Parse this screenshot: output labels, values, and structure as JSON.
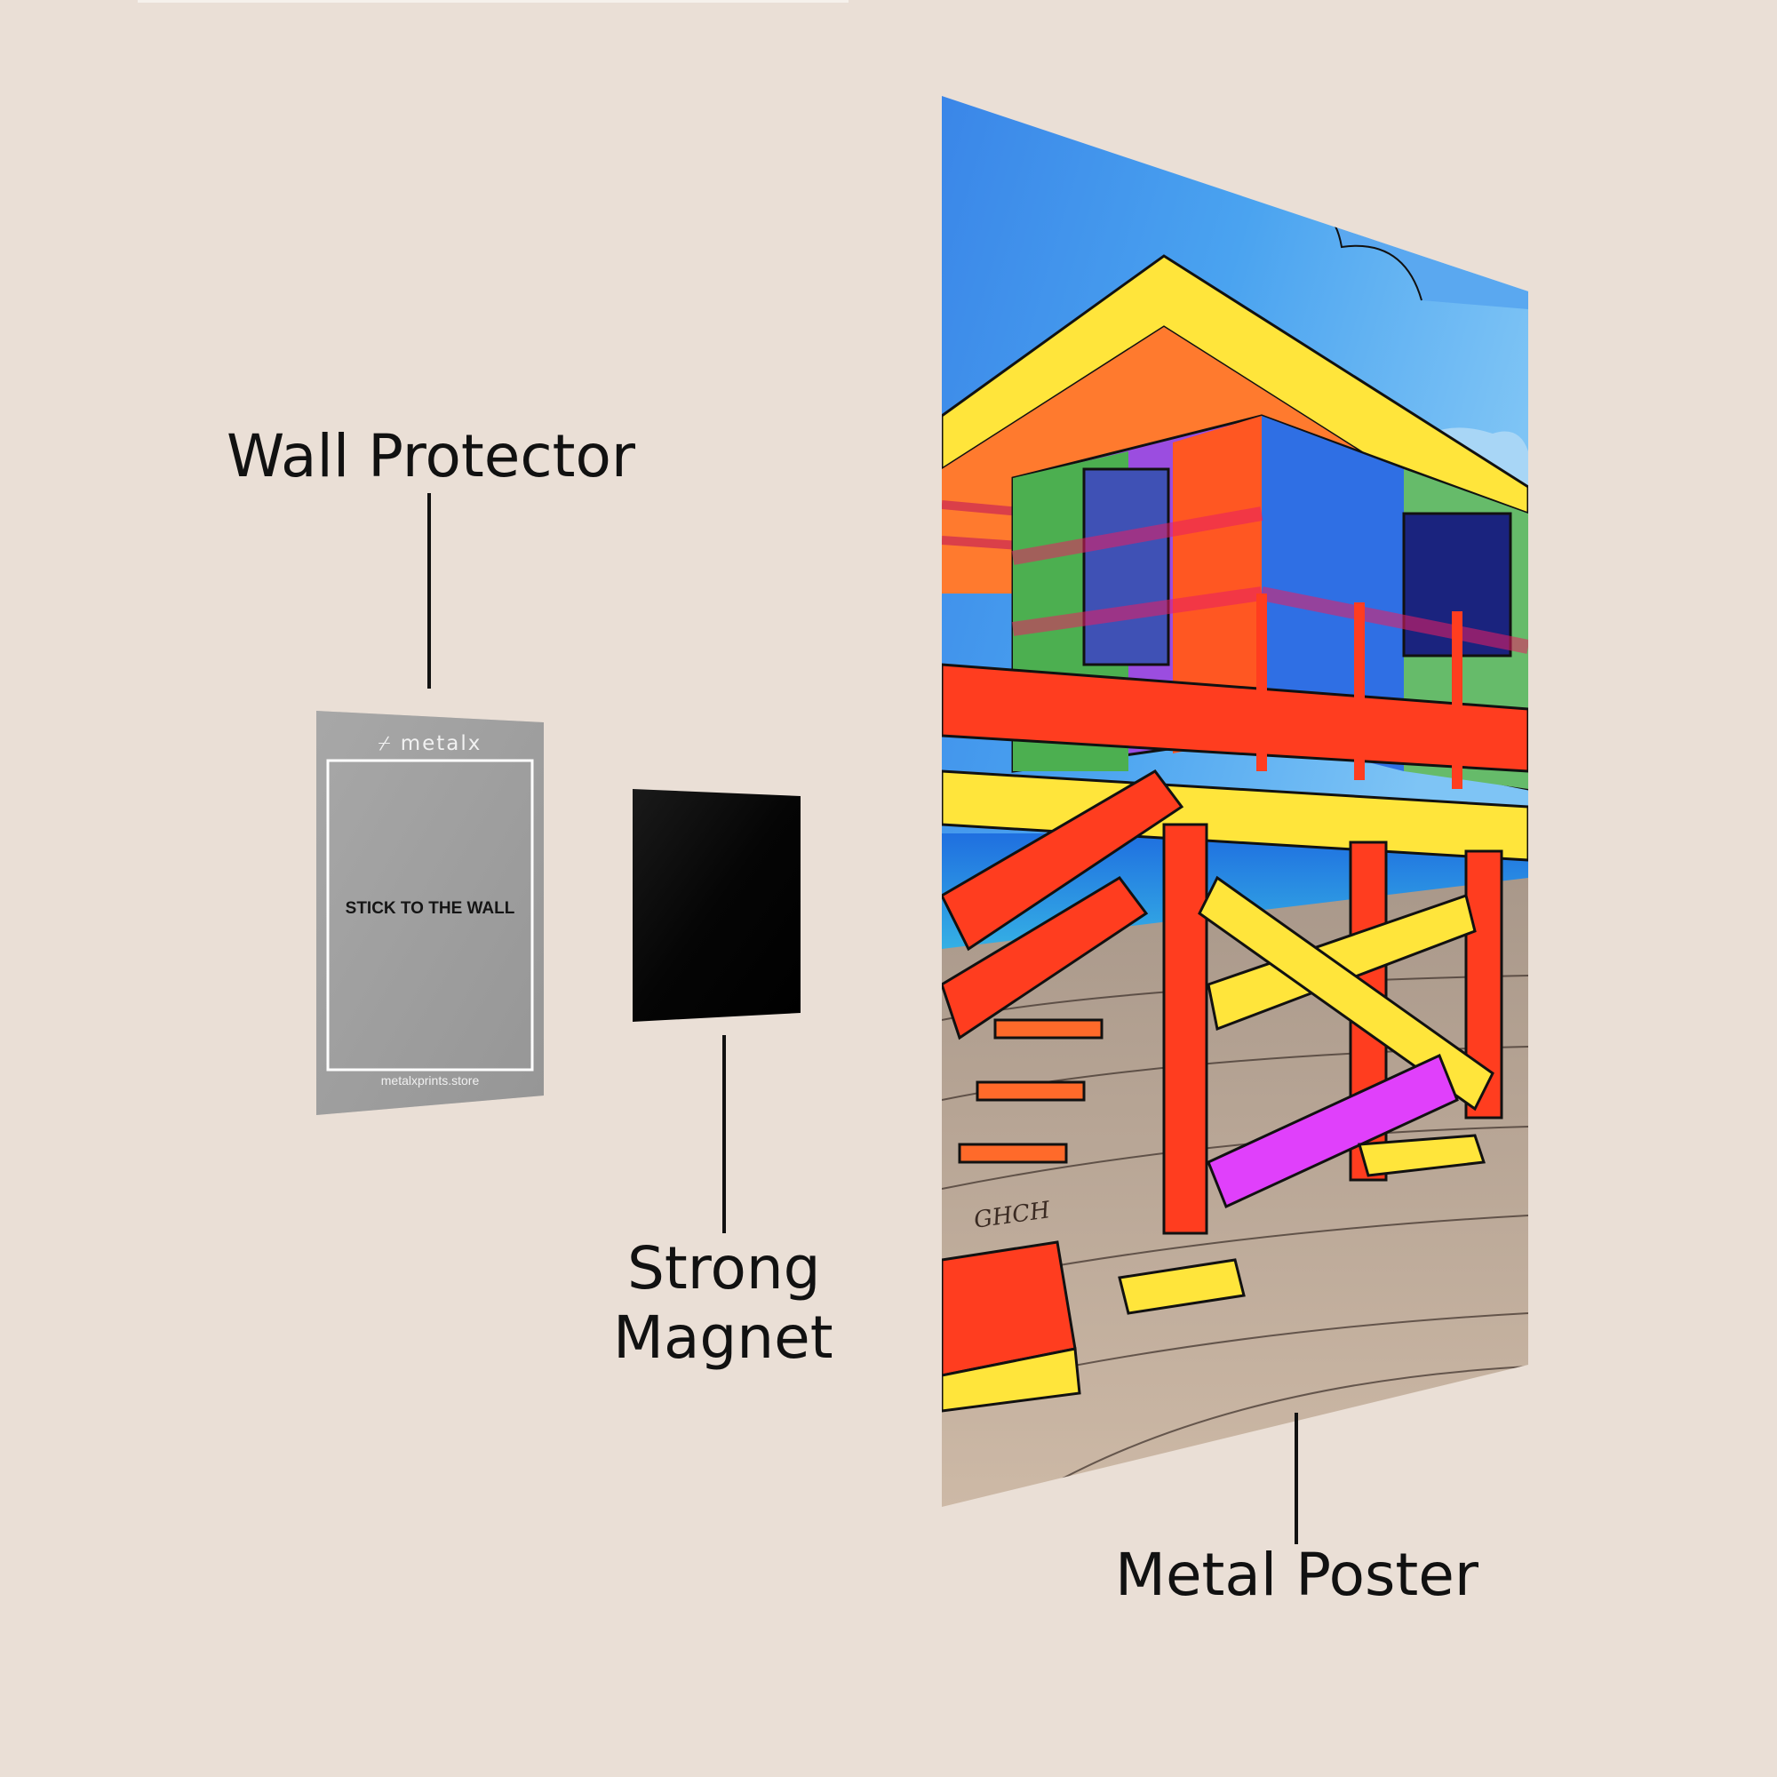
{
  "labels": {
    "wall_protector": "Wall Protector",
    "strong_magnet_line1": "Strong",
    "strong_magnet_line2": "Magnet",
    "metal_poster": "Metal Poster"
  },
  "protector": {
    "brand": "⌿ metalx",
    "instruction": "STICK TO THE WALL",
    "url": "metalxprints.store"
  },
  "poster": {
    "signature": "GHCH"
  },
  "colors": {
    "background": "#eadfd6",
    "protector_gray": "#9c9c9c",
    "magnet_black": "#050505",
    "leader_line": "#111111"
  }
}
